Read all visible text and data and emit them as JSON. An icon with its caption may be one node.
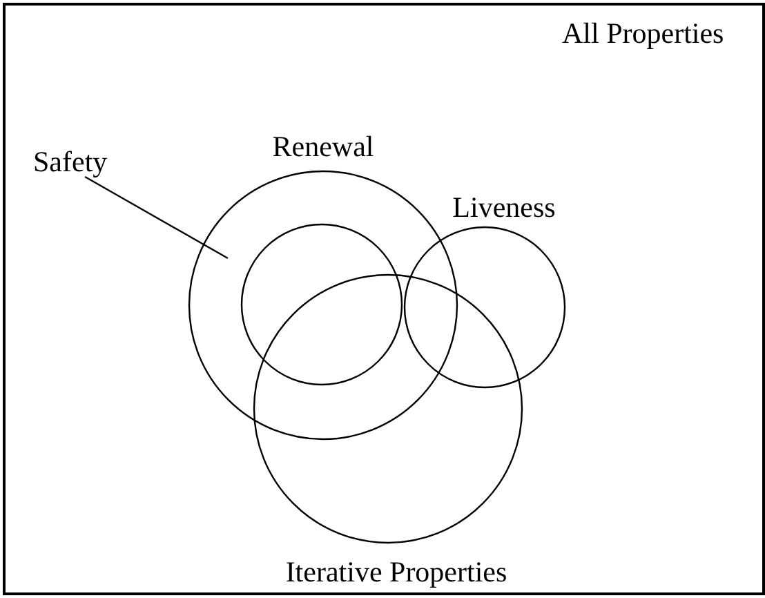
{
  "diagram": {
    "nodes": [
      {
        "text": [
          "All Properties"
        ]
      },
      {
        "text": [
          "Safety"
        ],
        "in": 0
      },
      {
        "text": [
          "Renewal"
        ],
        "in": 0
      },
      {
        "text": [],
        "shape": "circle",
        "in": 2
      },
      {
        "text": [
          "Liveness"
        ],
        "in": 0
      },
      {
        "text": [
          "Iterative Properties"
        ],
        "in": 0
      }
    ],
    "edges": [
      {
        "from": 1,
        "to": 2,
        "arrow": "none"
      }
    ]
  }
}
